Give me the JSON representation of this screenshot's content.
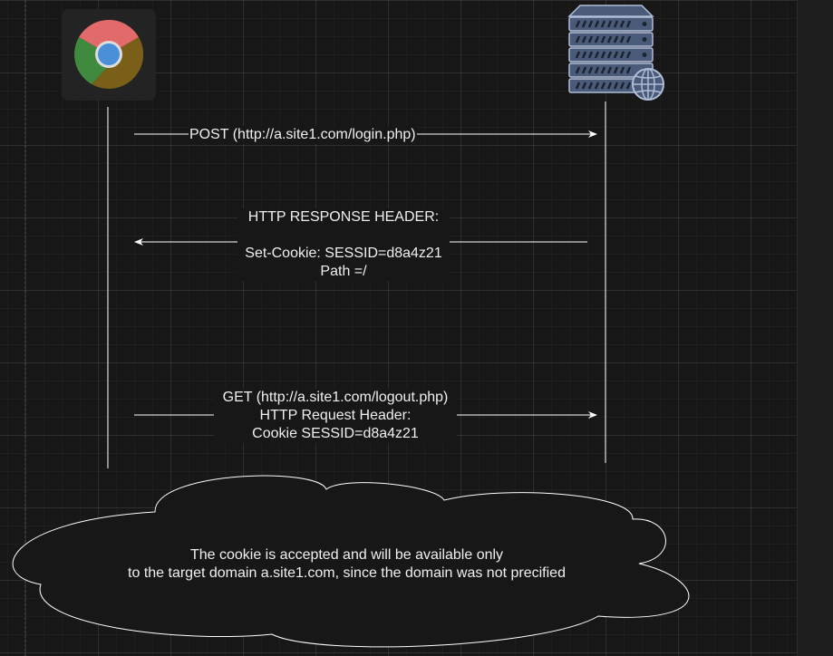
{
  "actors": {
    "client": {
      "icon": "chrome-browser-icon"
    },
    "server": {
      "icon": "web-server-icon"
    }
  },
  "messages": [
    {
      "direction": "client-to-server",
      "lines": [
        "POST (http://a.site1.com/login.php)"
      ]
    },
    {
      "direction": "server-to-client",
      "lines": [
        "HTTP RESPONSE HEADER:",
        "",
        "Set-Cookie: SESSID=d8a4z21",
        "Path =/"
      ]
    },
    {
      "direction": "client-to-server",
      "lines": [
        "GET (http://a.site1.com/logout.php)",
        "HTTP Request Header:",
        "Cookie SESSID=d8a4z21"
      ]
    }
  ],
  "note": {
    "shape": "cloud",
    "lines": [
      "The cookie is accepted and will be available only",
      "to the target domain a.site1.com, since the domain was not precified"
    ]
  },
  "colors": {
    "background": "#171717",
    "foreground": "#ffffff",
    "server_fill": "#4a5b79",
    "server_stroke": "#b0bed8"
  }
}
